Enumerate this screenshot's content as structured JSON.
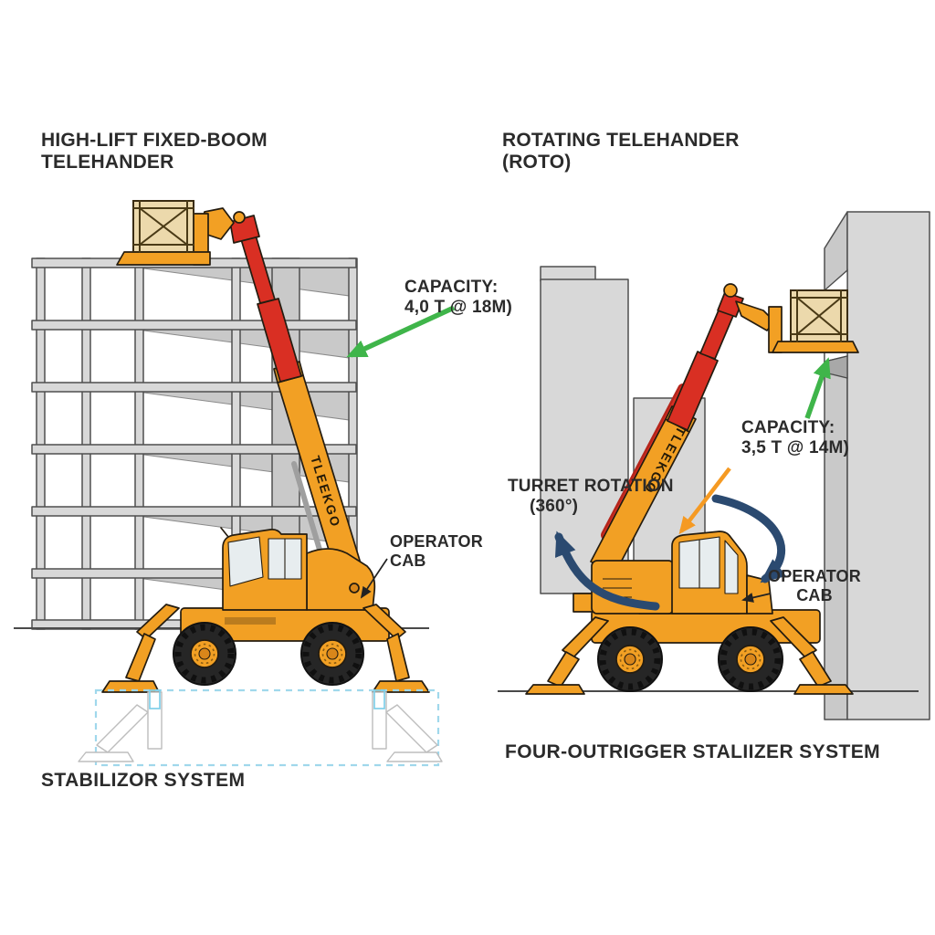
{
  "brand": "TLEEKGO",
  "left_panel": {
    "title": "HIGH-LIFT FIXED-BOOM TELEHANDER",
    "capacity_line1": "CAPACITY:",
    "capacity_line2": "4,0 T @ 18M)",
    "operator_cab": "OPERATOR CAB",
    "stabilizer": "STABILIZOR SYSTEM"
  },
  "right_panel": {
    "title": "ROTATING TELEHANDER (ROTO)",
    "capacity_line1": "CAPACITY:",
    "capacity_line2": "3,5 T @ 14M)",
    "turret_line1": "TURRET ROTATION",
    "turret_line2": "(360°)",
    "operator_cab": "OPERATOR CAB",
    "stabilizer": "FOUR-OUTRIGGER STALIIZER SYSTEM"
  },
  "colors": {
    "orange": "#f2a024",
    "orange-dark": "#d9861a",
    "red": "#d92f23",
    "red-dark": "#b5251b",
    "green": "#3fb54a",
    "arrow-orange": "#f59a23",
    "navy": "#2b4a70",
    "gray-light": "#d8d8d8",
    "gray-mid": "#c9c9c9",
    "crate": "#ecd9ac",
    "dash-blue": "#a0d8ec",
    "text": "#2b2b2b"
  }
}
